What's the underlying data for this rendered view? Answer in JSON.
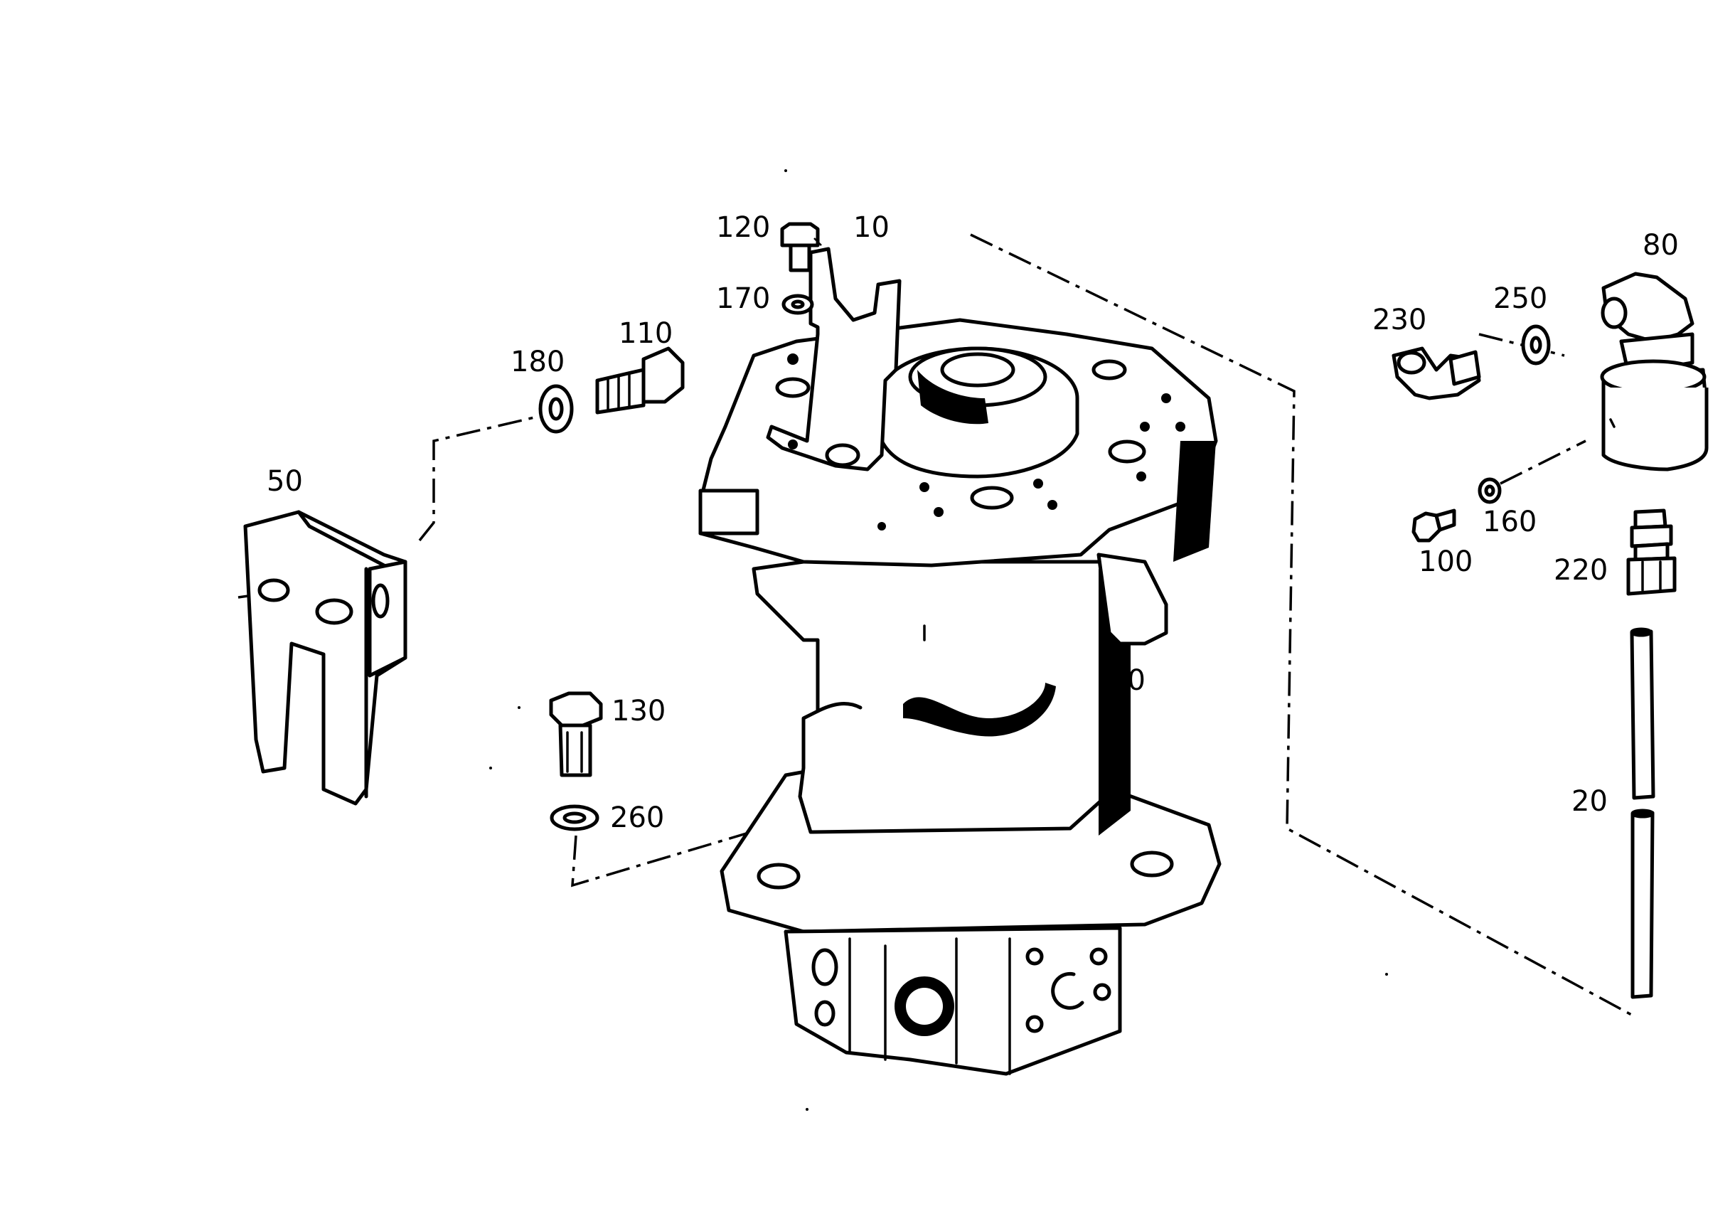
{
  "colors": {
    "ink": "#000000",
    "paper": "#ffffff"
  },
  "callouts": {
    "p10": "10",
    "p20": "20",
    "p50": "50",
    "p70": "70",
    "p80": "80",
    "p100": "100",
    "p110": "110",
    "p120": "120",
    "p130": "130",
    "p160": "160",
    "p170": "170",
    "p180": "180",
    "p220": "220",
    "p230": "230",
    "p250": "250",
    "p260": "260"
  }
}
